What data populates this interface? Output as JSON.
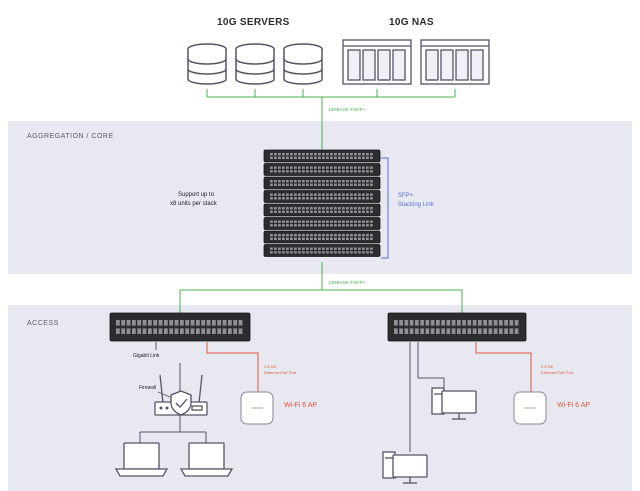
{
  "top": {
    "servers_label": "10G SERVERS",
    "nas_label": "10G NAS"
  },
  "links": {
    "top_link": "10GBASE-T/SFP+",
    "mid_link": "10GBASE-T/SFP+"
  },
  "aggregation": {
    "section_label": "AGGREGATION / CORE",
    "stack_note_line1": "Support up to",
    "stack_note_line2": "x8 units per stack",
    "stacking_line1": "SFP+",
    "stacking_line2": "Stacking Link"
  },
  "access": {
    "section_label": "ACCESS",
    "gigabit_label": "Gigabit Link",
    "firewall_label": "Firewall",
    "poe_left_line1": "2.5 GE",
    "poe_left_line2": "Ethernet PoE Port",
    "poe_right_line1": "2.5 GE",
    "poe_right_line2": "Ethernet PoE Port",
    "ap_left": "Wi-Fi 6 AP",
    "ap_right": "Wi-Fi 6 AP"
  },
  "colors": {
    "link_green": "#48b04a",
    "stack_blue": "#5b6fd6",
    "poe_red": "#e2553c",
    "section_bg": "#e8e8f1",
    "icon_stroke": "#555566"
  }
}
